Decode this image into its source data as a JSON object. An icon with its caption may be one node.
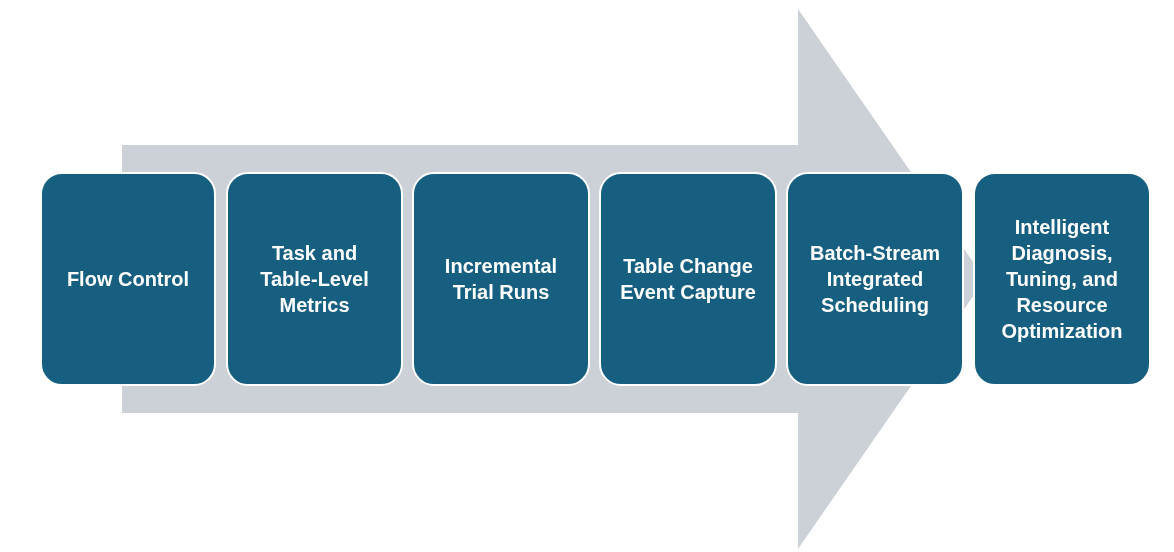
{
  "diagram": {
    "nodes": [
      {
        "text": [
          "Flow Control"
        ]
      },
      {
        "text": [
          "Task and Table-Level Metrics"
        ]
      },
      {
        "text": [
          "Incremental Trial Runs"
        ]
      },
      {
        "text": [
          "Table Change Event Capture"
        ]
      },
      {
        "text": [
          "Batch-Stream Integrated Scheduling"
        ]
      },
      {
        "text": [
          "Intelligent Diagnosis, Tuning, and Resource Optimization"
        ]
      }
    ],
    "edges": [
      {
        "from": 0,
        "to": 5,
        "arrow": "to"
      }
    ]
  }
}
